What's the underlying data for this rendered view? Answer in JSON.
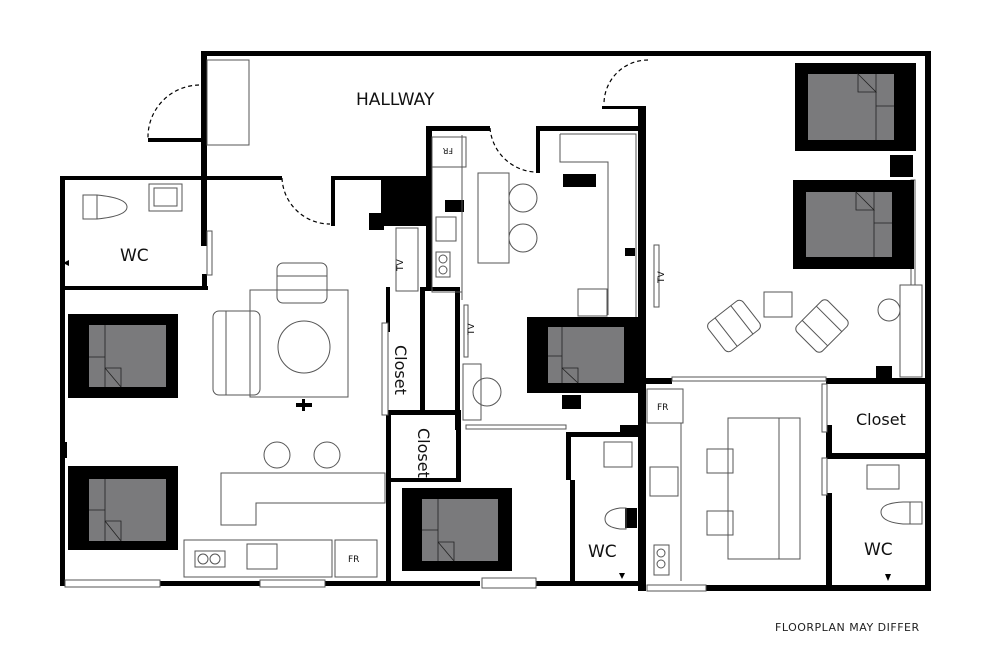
{
  "floorplan": {
    "labels": {
      "hallway": "HALLWAY",
      "wc_top_left": "WC",
      "wc_center": "WC",
      "wc_right": "WC",
      "closet_left_1": "Closet",
      "closet_left_2": "Closet",
      "closet_right": "Closet",
      "tv_1": "TV",
      "tv_2": "TV",
      "tv_3": "TV",
      "fridge_top": "FR",
      "fridge_bottom_left": "FR",
      "fridge_right": "FR"
    },
    "colors": {
      "wall": "#000000",
      "bed_fill": "#7a7a7c",
      "furniture_stroke": "#555555",
      "background": "#ffffff"
    }
  },
  "footer": {
    "disclaimer": "FLOORPLAN MAY DIFFER"
  }
}
